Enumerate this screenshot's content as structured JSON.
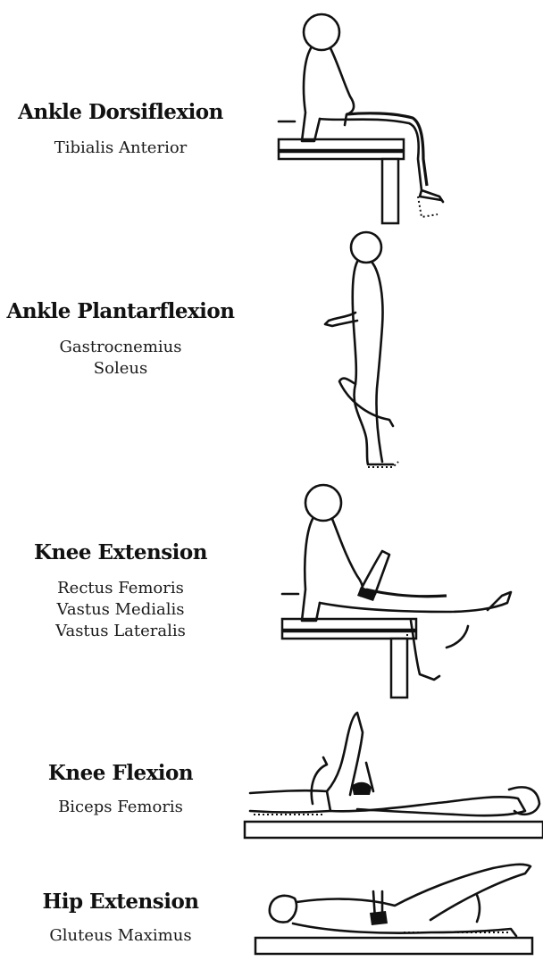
{
  "exercises": [
    {
      "title": "Ankle Dorsiflexion",
      "muscles": [
        "Tibialis Anterior"
      ]
    },
    {
      "title": "Ankle Plantarflexion",
      "muscles": [
        "Gastrocnemius",
        "Soleus"
      ]
    },
    {
      "title": "Knee Extension",
      "muscles": [
        "Rectus Femoris",
        "Vastus Medialis",
        "Vastus Lateralis"
      ]
    },
    {
      "title": "Knee Flexion",
      "muscles": [
        "Biceps Femoris"
      ]
    },
    {
      "title": "Hip Extension",
      "muscles": [
        "Gluteus Maximus"
      ]
    }
  ]
}
